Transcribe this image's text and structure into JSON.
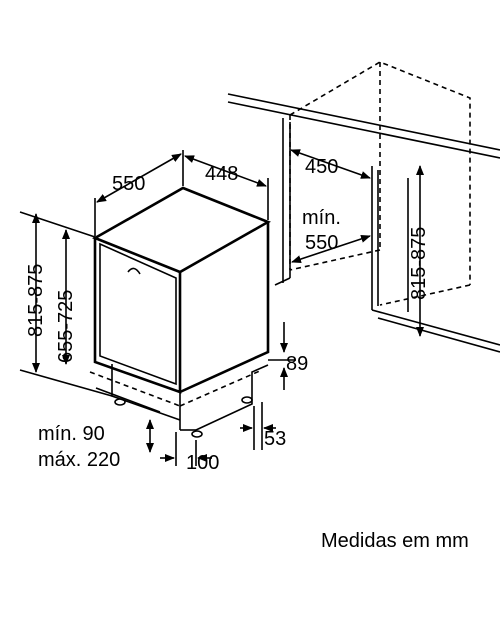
{
  "dimensions": {
    "width_depth": "550",
    "width_front": "448",
    "niche_depth": "450",
    "niche_min_label": "mín.",
    "niche_min_value": "550",
    "niche_height": "815-875",
    "total_height": "815-875",
    "body_height": "655-725",
    "plinth_height": "89",
    "plinth_depth": "53",
    "foot_width": "100",
    "min_label": "mín. 90",
    "max_label": "máx. 220"
  },
  "caption": "Medidas em mm"
}
